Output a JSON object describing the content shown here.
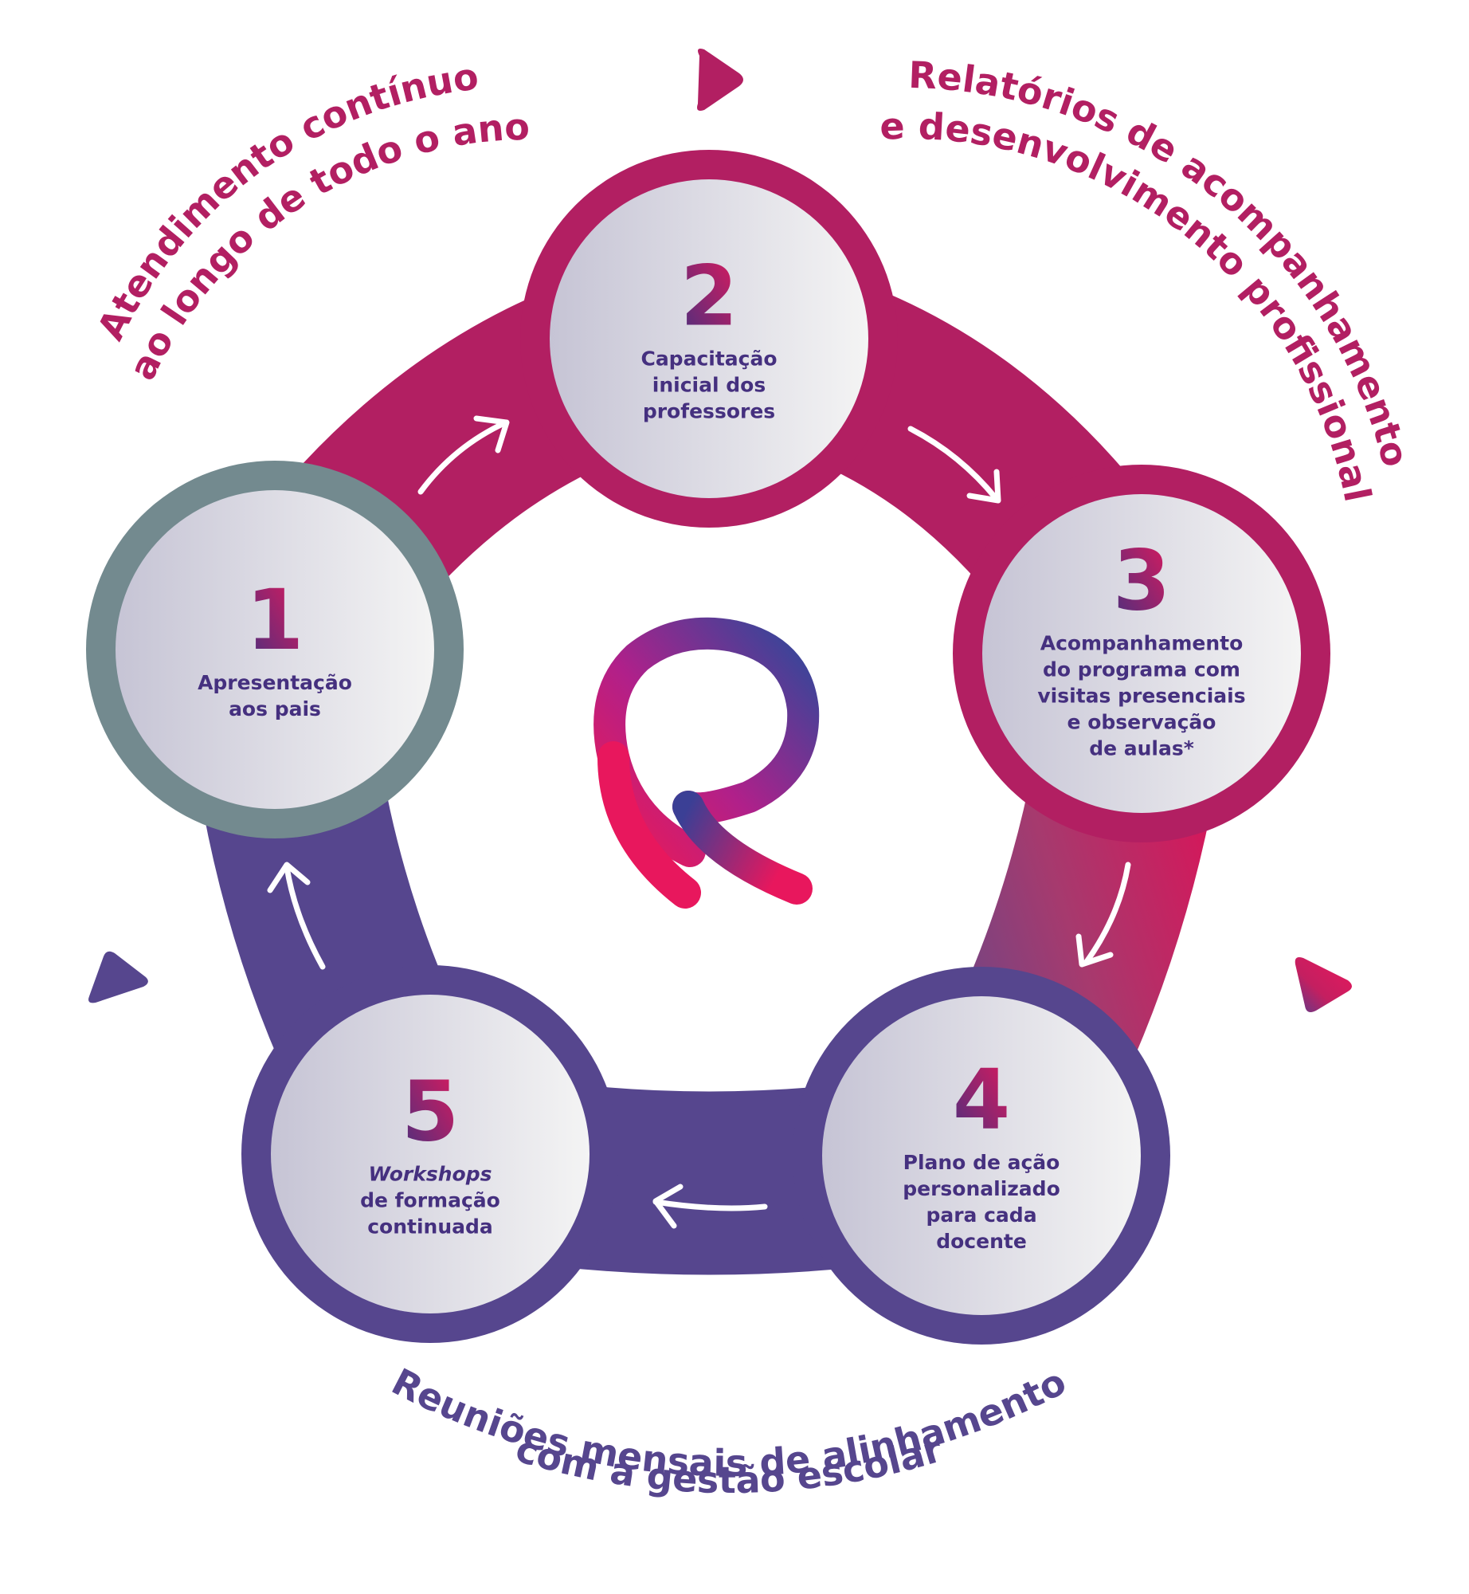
{
  "colors": {
    "magenta": "#B21F62",
    "purple": "#56468E",
    "gray_ring": "#738A8F",
    "pink": "#E8175D",
    "text_dark_purple": "#45307F",
    "blue": "#31469A",
    "circle_fill_left": "#C6C4D5",
    "circle_fill_right": "#F4F4F4"
  },
  "labels": {
    "top_left": [
      "Atendimento contínuo",
      "ao longo de todo o ano"
    ],
    "top_right": [
      "Relatórios de acompanhamento",
      "e desenvolvimento profissional"
    ],
    "bottom": [
      "Reuniões mensais de alinhamento",
      "com a gestão escolar"
    ]
  },
  "steps": [
    {
      "number": "1",
      "lines": [
        "Apresentação",
        "aos pais"
      ],
      "ring": "gray_ring",
      "italic_first": false
    },
    {
      "number": "2",
      "lines": [
        "Capacitação",
        "inicial dos",
        "professores"
      ],
      "ring": "magenta",
      "italic_first": false
    },
    {
      "number": "3",
      "lines": [
        "Acompanhamento",
        "do programa com",
        "visitas presenciais",
        "e observação",
        "de aulas*"
      ],
      "ring": "magenta",
      "italic_first": false
    },
    {
      "number": "4",
      "lines": [
        "Plano de ação",
        "personalizado",
        "para cada",
        "docente"
      ],
      "ring": "purple",
      "italic_first": false
    },
    {
      "number": "5",
      "lines": [
        "Workshops",
        "de formação",
        "continuada"
      ],
      "ring": "purple",
      "italic_first": true
    }
  ],
  "arrows": [
    {
      "from": "1",
      "to": "2",
      "icon": "arrow-curved-up-right"
    },
    {
      "from": "2",
      "to": "3",
      "icon": "arrow-curved-down-right"
    },
    {
      "from": "3",
      "to": "4",
      "icon": "arrow-curved-down"
    },
    {
      "from": "4",
      "to": "5",
      "icon": "arrow-left"
    },
    {
      "from": "5",
      "to": "1",
      "icon": "arrow-curved-up"
    }
  ],
  "decorations": {
    "triangles": [
      "play-triangle-top",
      "play-triangle-left",
      "play-triangle-right"
    ],
    "logo": "r-swirl-logo"
  }
}
